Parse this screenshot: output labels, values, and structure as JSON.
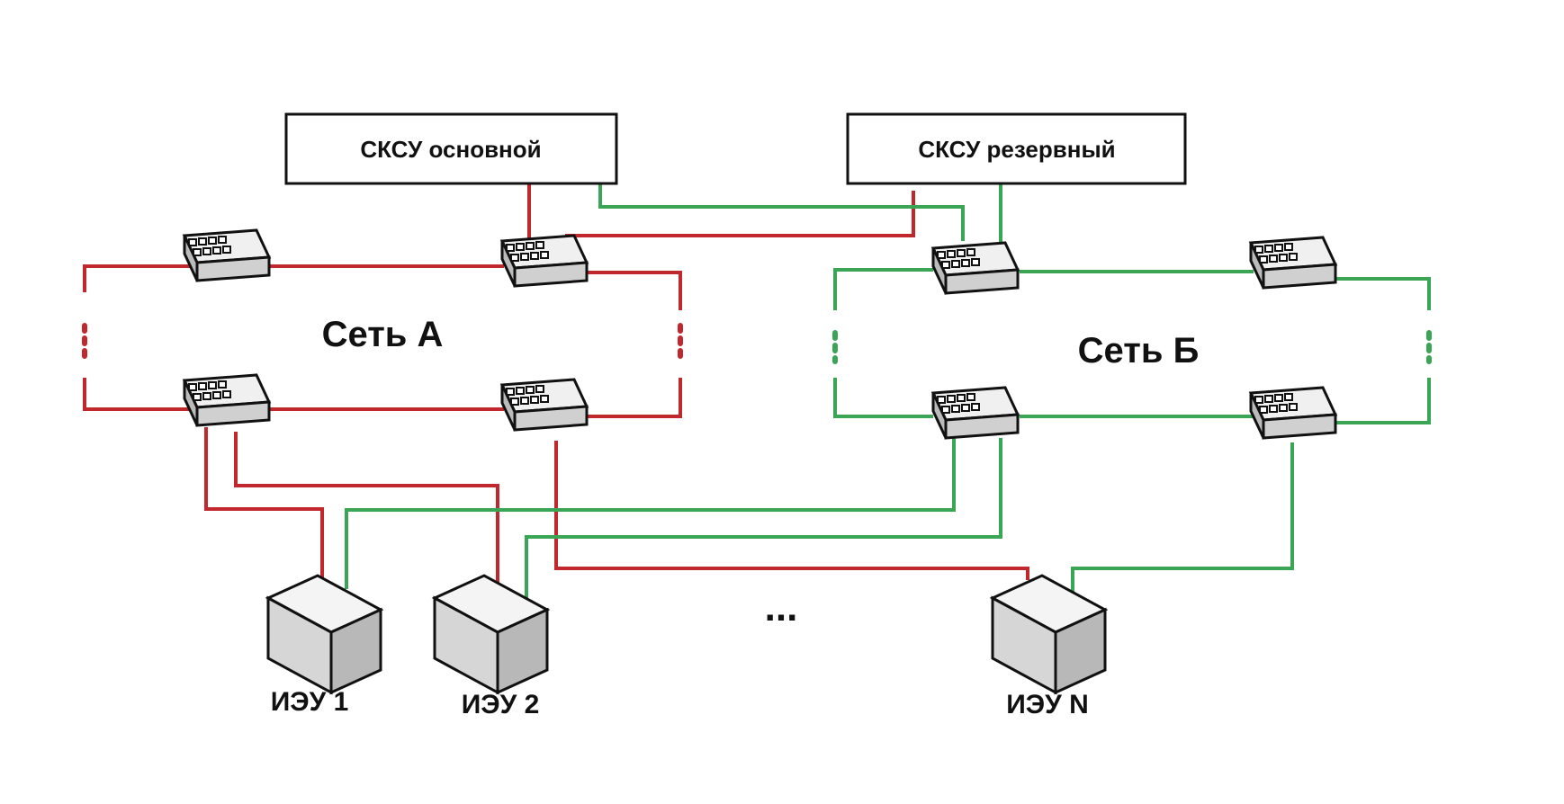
{
  "controllers": {
    "primary": "СКСУ основной",
    "backup": "СКСУ резервный"
  },
  "networks": {
    "a": "Сеть А",
    "b": "Сеть Б"
  },
  "devices": {
    "ied1": "ИЭУ 1",
    "ied2": "ИЭУ 2",
    "iedN": "ИЭУ N",
    "ellipsis": "..."
  },
  "colors": {
    "network_a": "#c0282d",
    "network_b": "#3aa655"
  },
  "icons": {
    "switch": "network-switch-icon",
    "device": "server-box-icon"
  }
}
